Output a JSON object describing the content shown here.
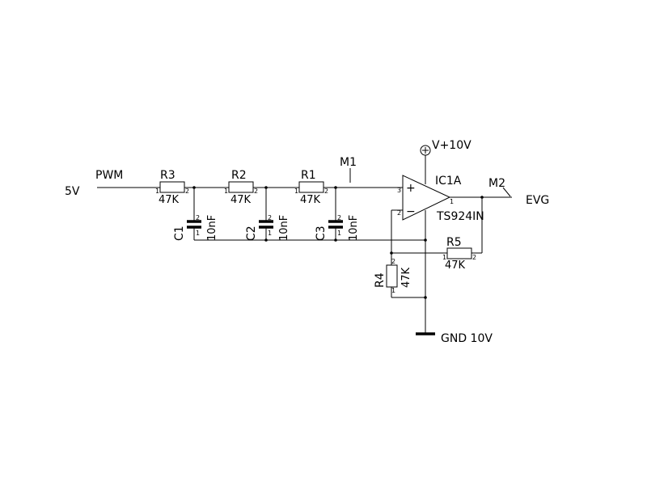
{
  "diagram": {
    "type": "electronic-schematic",
    "description": "3-stage RC low-pass filter followed by non-inverting op-amp amplifier",
    "input": {
      "voltage_label": "5V",
      "signal_label": "PWM"
    },
    "output": {
      "label": "EVG",
      "measure_point": "M2"
    },
    "measure_points": {
      "m1": "M1",
      "m2": "M2"
    },
    "resistors": [
      {
        "ref": "R3",
        "value": "47K",
        "pin1": "1",
        "pin2": "2"
      },
      {
        "ref": "R2",
        "value": "47K",
        "pin1": "1",
        "pin2": "2"
      },
      {
        "ref": "R1",
        "value": "47K",
        "pin1": "1",
        "pin2": "2"
      },
      {
        "ref": "R5",
        "value": "47K",
        "pin1": "1",
        "pin2": "2"
      },
      {
        "ref": "R4",
        "value": "47K",
        "pin1": "1",
        "pin2": "2"
      }
    ],
    "capacitors": [
      {
        "ref": "C1",
        "value": "10nF",
        "pin1": "1",
        "pin2": "2"
      },
      {
        "ref": "C2",
        "value": "10nF",
        "pin1": "1",
        "pin2": "2"
      },
      {
        "ref": "C3",
        "value": "10nF",
        "pin1": "1",
        "pin2": "2"
      }
    ],
    "opamp": {
      "ref": "IC1A",
      "part": "TS924IN",
      "plus_sign": "+",
      "minus_sign": "−",
      "pin_plus": "3",
      "pin_minus": "2",
      "pin_out": "1"
    },
    "power": {
      "supply_label": "V+10V",
      "ground_label": "GND 10V"
    }
  }
}
